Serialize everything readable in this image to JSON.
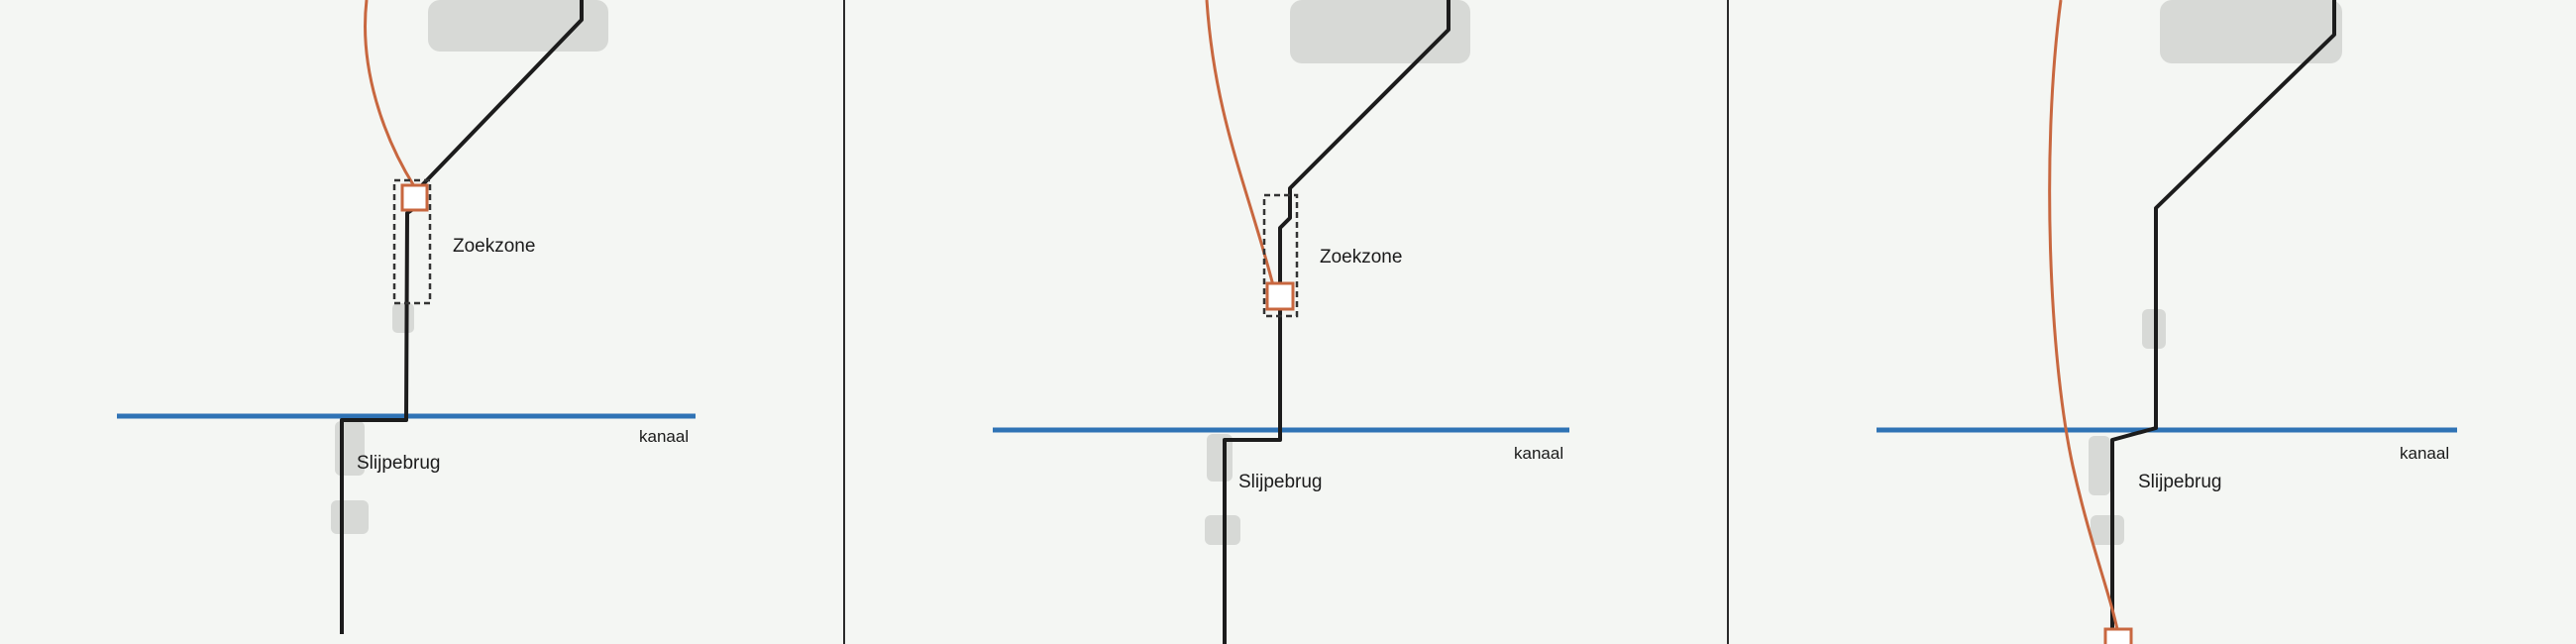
{
  "colors": {
    "background": "#f4f6f3",
    "faint_text_block": "#d7d9d6",
    "route_black": "#1c1c1c",
    "route_orange": "#c8673f",
    "canal_blue": "#2f73b5",
    "divider": "#2a2a2a",
    "search_zone_dash": "#333333"
  },
  "panels": [
    {
      "zone_label": "Zoekzone",
      "bridge_label": "Slijpebrug",
      "canal_label": "kanaal"
    },
    {
      "zone_label": "Zoekzone",
      "bridge_label": "Slijpebrug",
      "canal_label": "kanaal"
    },
    {
      "bridge_label": "Slijpebrug",
      "canal_label": "kanaal"
    }
  ]
}
